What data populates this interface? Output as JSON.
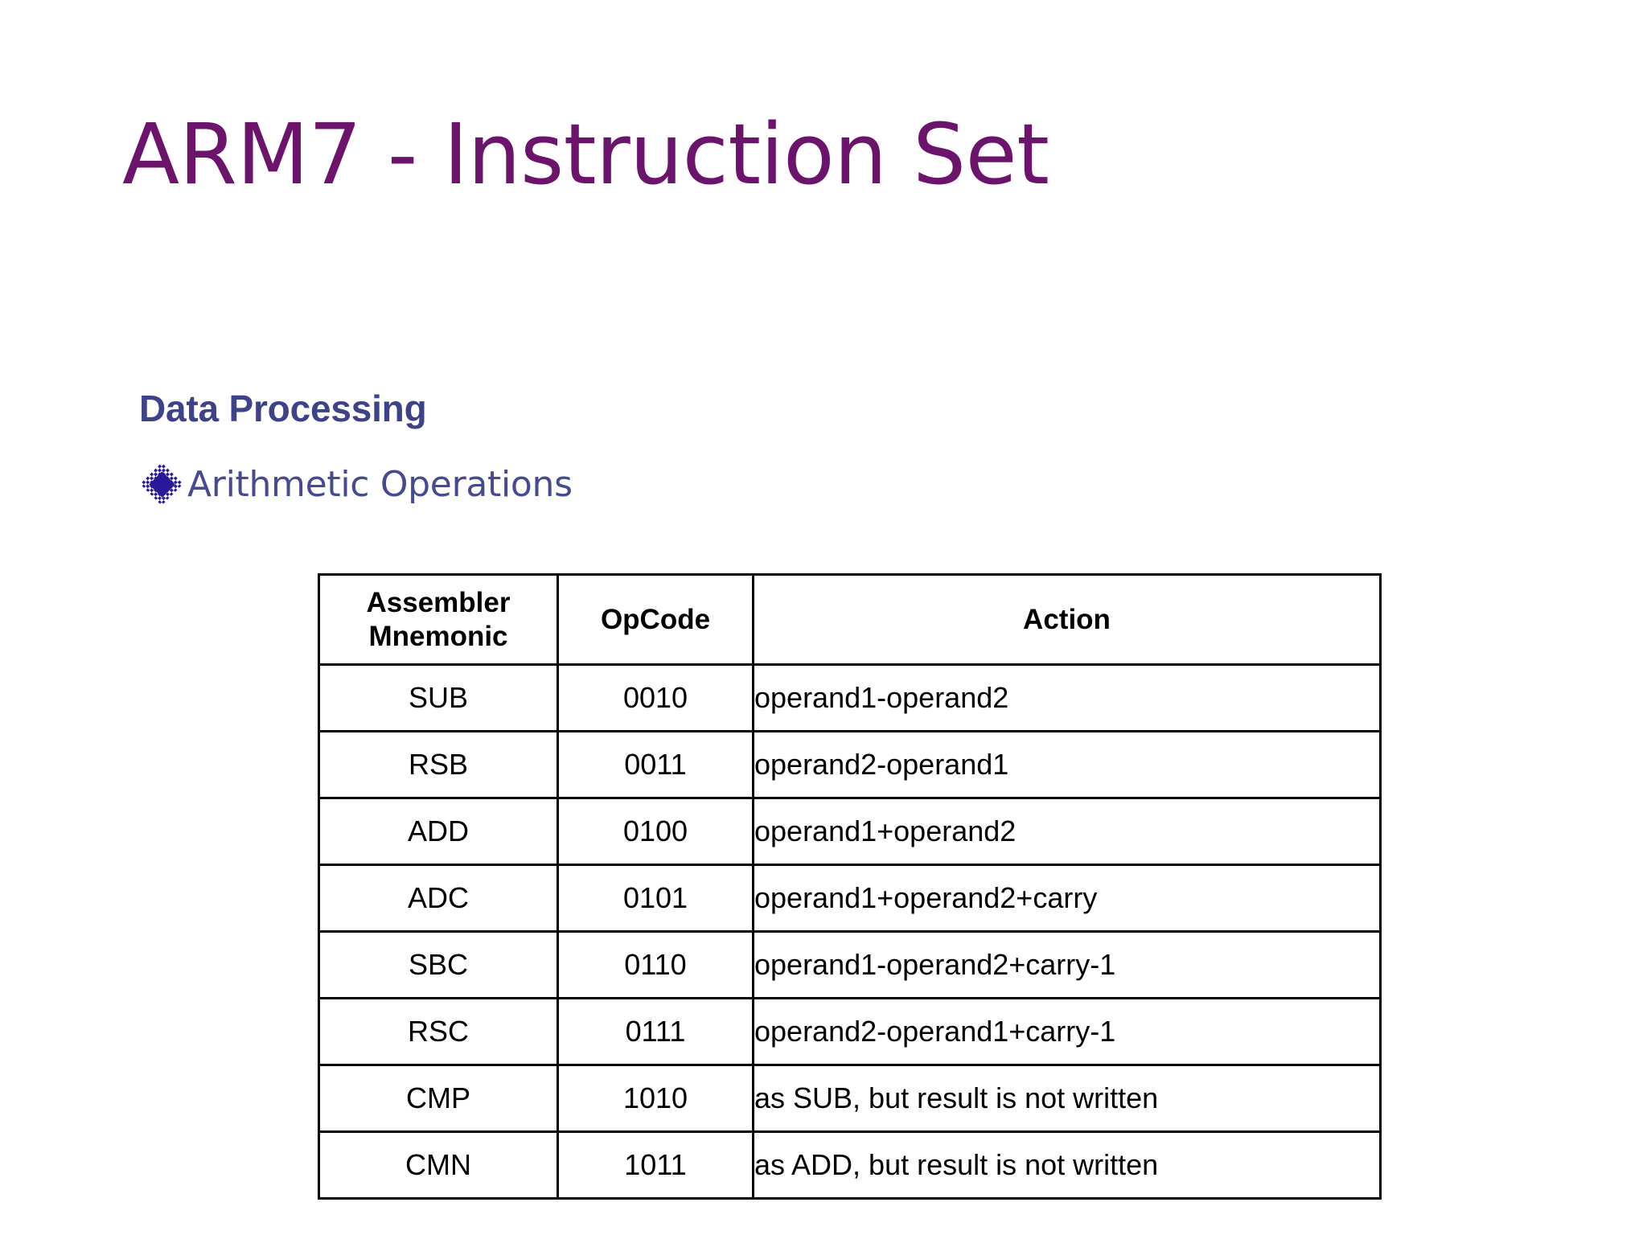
{
  "slide": {
    "title": "ARM7 - Instruction Set",
    "section_heading": "Data Processing",
    "bullet": {
      "icon": "diamond-bullet-icon",
      "label": "Arithmetic Operations"
    }
  },
  "colors": {
    "title": "#6C136C",
    "section_heading": "#3E4289",
    "bullet_text": "#454A92",
    "bullet_icon": "#2A189B",
    "table_border": "#000000",
    "table_text": "#000000",
    "background": "#FFFFFF"
  },
  "table": {
    "headers": {
      "mnemonic_line1": "Assembler",
      "mnemonic_line2": "Mnemonic",
      "opcode": "OpCode",
      "action": "Action"
    },
    "rows": [
      {
        "mnemonic": "SUB",
        "opcode": "0010",
        "action": "operand1-operand2"
      },
      {
        "mnemonic": "RSB",
        "opcode": "0011",
        "action": "operand2-operand1"
      },
      {
        "mnemonic": "ADD",
        "opcode": "0100",
        "action": "operand1+operand2"
      },
      {
        "mnemonic": "ADC",
        "opcode": "0101",
        "action": "operand1+operand2+carry"
      },
      {
        "mnemonic": "SBC",
        "opcode": "0110",
        "action": "operand1-operand2+carry-1"
      },
      {
        "mnemonic": "RSC",
        "opcode": "0111",
        "action": "operand2-operand1+carry-1"
      },
      {
        "mnemonic": "CMP",
        "opcode": "1010",
        "action": "as SUB, but result is not written"
      },
      {
        "mnemonic": "CMN",
        "opcode": "1011",
        "action": "as ADD, but result is not written"
      }
    ]
  }
}
